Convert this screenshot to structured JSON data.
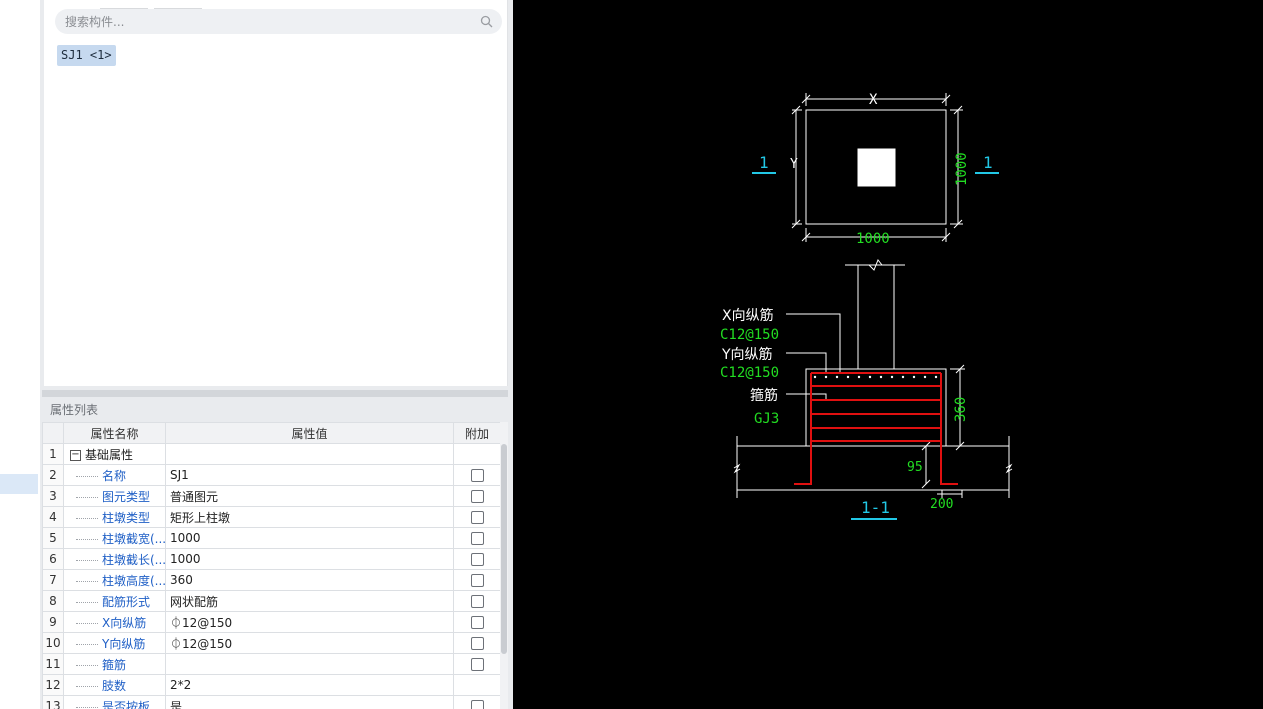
{
  "search": {
    "placeholder": "搜索构件..."
  },
  "component_list": [
    {
      "label": "SJ1 <1>"
    }
  ],
  "properties": {
    "title": "属性列表",
    "headers": {
      "name": "属性名称",
      "value": "属性值",
      "extra": "附加"
    },
    "rows": [
      {
        "idx": "1",
        "name": "基础属性",
        "value": "",
        "group": true,
        "has_checkbox": false
      },
      {
        "idx": "2",
        "name": "名称",
        "value": "SJ1",
        "group": false,
        "has_checkbox": true
      },
      {
        "idx": "3",
        "name": "图元类型",
        "value": "普通图元",
        "group": false,
        "has_checkbox": true
      },
      {
        "idx": "4",
        "name": "柱墩类型",
        "value": "矩形上柱墩",
        "group": false,
        "has_checkbox": true
      },
      {
        "idx": "5",
        "name": "柱墩截宽(...",
        "value": "1000",
        "group": false,
        "has_checkbox": true
      },
      {
        "idx": "6",
        "name": "柱墩截长(...",
        "value": "1000",
        "group": false,
        "has_checkbox": true
      },
      {
        "idx": "7",
        "name": "柱墩高度(...",
        "value": "360",
        "group": false,
        "has_checkbox": true
      },
      {
        "idx": "8",
        "name": "配筋形式",
        "value": "网状配筋",
        "group": false,
        "has_checkbox": true
      },
      {
        "idx": "9",
        "name": "X向纵筋",
        "value": "⏀12@150",
        "group": false,
        "has_checkbox": true
      },
      {
        "idx": "10",
        "name": "Y向纵筋",
        "value": "⏀12@150",
        "group": false,
        "has_checkbox": true
      },
      {
        "idx": "11",
        "name": "箍筋",
        "value": "",
        "group": false,
        "has_checkbox": true
      },
      {
        "idx": "12",
        "name": "肢数",
        "value": "2*2",
        "group": false,
        "has_checkbox": false
      },
      {
        "idx": "13",
        "name": "是否按板...",
        "value": "是",
        "group": false,
        "has_checkbox": true
      }
    ]
  },
  "drawing": {
    "plan": {
      "dim_x_label": "X",
      "dim_y_label": "Y",
      "width_value": "1000",
      "length_value": "1000",
      "section_mark_left": "1",
      "section_mark_right": "1"
    },
    "section": {
      "x_rebar_label": "X向纵筋",
      "x_rebar_spec": "C12@150",
      "y_rebar_label": "Y向纵筋",
      "y_rebar_spec": "C12@150",
      "stirrup_label": "箍筋",
      "stirrup_spec": "GJ3",
      "height_value": "360",
      "anchor_value": "95",
      "extend_value": "200",
      "title": "1-1"
    },
    "colors": {
      "background": "#000000",
      "lines": "#ffffff",
      "dimension_text": "#22dd22",
      "section_mark": "#22c8e6",
      "rebar": "#e01010"
    }
  }
}
